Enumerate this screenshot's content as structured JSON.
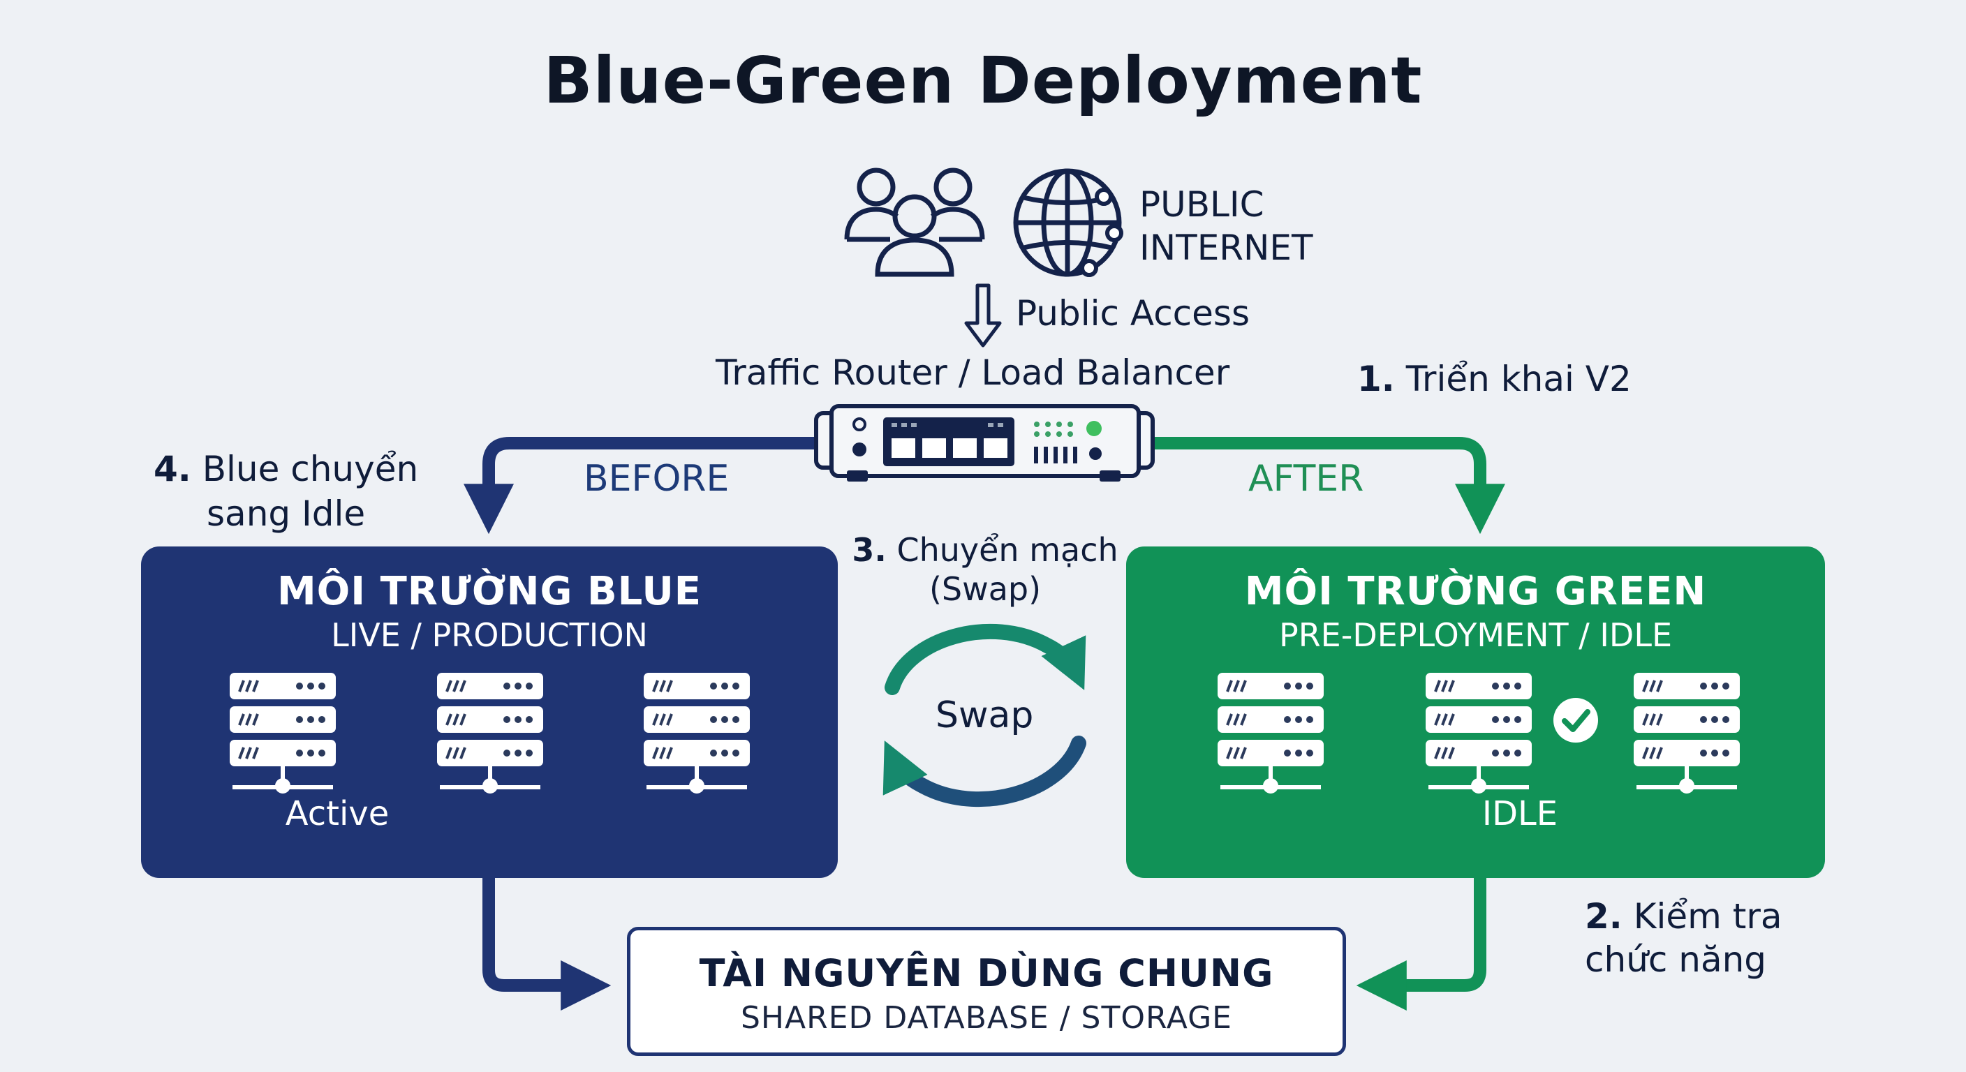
{
  "title": "Blue-Green Deployment",
  "internet": {
    "line1": "PUBLIC",
    "line2": "INTERNET"
  },
  "public_access": "Public Access",
  "router_label": "Traffic Router / Load Balancer",
  "labels": {
    "before": "BEFORE",
    "after": "AFTER"
  },
  "steps": {
    "s1": {
      "num": "1.",
      "text": "Triển khai V2"
    },
    "s2": {
      "num": "2.",
      "line1": "Kiểm tra",
      "line2": "chức năng"
    },
    "s3": {
      "num": "3.",
      "line1": "Chuyển mạch",
      "line2": "(Swap)"
    },
    "s4": {
      "num": "4.",
      "line1": "Blue chuyển",
      "line2": "sang Idle"
    }
  },
  "swap_label": "Swap",
  "blue_env": {
    "title": "MÔI TRƯỜNG BLUE",
    "subtitle": "LIVE / PRODUCTION",
    "state": "Active"
  },
  "green_env": {
    "title": "MÔI TRƯỜNG GREEN",
    "subtitle": "PRE-DEPLOYMENT / IDLE",
    "state": "IDLE"
  },
  "shared": {
    "title": "TÀI NGUYÊN DÙNG CHUNG",
    "subtitle": "SHARED DATABASE / STORAGE"
  },
  "colors": {
    "blue": "#1f3473",
    "green": "#119257",
    "text": "#0f1c3a",
    "background": "#eef1f5"
  },
  "icons": [
    "users-icon",
    "globe-icon",
    "down-arrow-icon",
    "router-icon",
    "server-rack-icon",
    "checkmark-icon",
    "swap-arrows-icon"
  ]
}
